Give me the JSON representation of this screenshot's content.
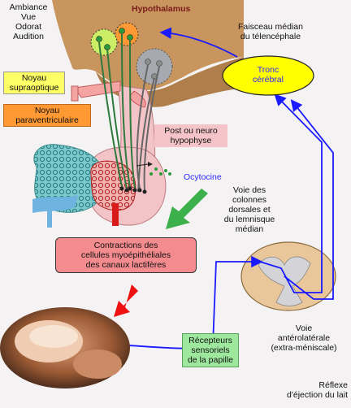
{
  "labels": {
    "senses": [
      "Ambiance",
      "Vue",
      "Odorat",
      "Audition"
    ],
    "hypothalamus": "Hypothalamus",
    "faisceau": [
      "Faisceau médian",
      "du télencéphale"
    ],
    "tronc": [
      "Tronc",
      "cérébral"
    ],
    "noyau_supra": [
      "Noyau",
      "supraoptique"
    ],
    "noyau_para": [
      "Noyau",
      "paraventriculaire"
    ],
    "post_hypophyse": [
      "Post ou neuro",
      "hypophyse"
    ],
    "ocytocine": "Ocytocine",
    "voie_colonnes": [
      "Voie des",
      "colonnes",
      "dorsales et",
      "du lemnisque",
      "médian"
    ],
    "contractions": [
      "Contractions des",
      "cellules myoépithéliales",
      "des canaux lactifères"
    ],
    "voie_antero": [
      "Voie",
      "antérolatérale",
      "(extra-méniscale)"
    ],
    "recepteurs": [
      "Récepteurs",
      "sensoriels",
      "de la papille"
    ],
    "reflexe": [
      "Réflexe",
      "d'éjection du lait"
    ]
  },
  "colors": {
    "brain": "#c8955f",
    "pituitary_pink": "#f2c4c8",
    "box_pink": "#f48b8f",
    "tronc_yellow": "#ffff00",
    "supra_yellow": "#ffff66",
    "para_orange": "#ff9933",
    "arrow_blue": "#1a1aff",
    "arrow_green": "#3cb04a",
    "arrow_red": "#ee1111",
    "recepteur_green": "#9ee89e"
  }
}
